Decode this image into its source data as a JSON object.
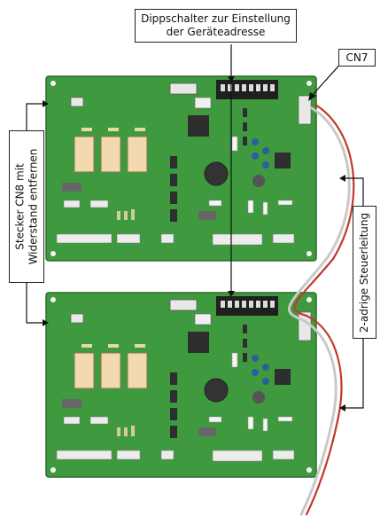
{
  "labels": {
    "dip_switch": [
      "Dippschalter zur Einstellung",
      "der Geräteadresse"
    ],
    "cn7": "CN7",
    "cn8": [
      "Stecker CN8 mit",
      "Widerstand entfernen"
    ],
    "control_line": "2-adrige Steuerleitung"
  },
  "colors": {
    "board_green": "#3f9a3f",
    "board_dark": "#2f7d33",
    "relay": "#f3d9b0",
    "chip": "#2e2e2e",
    "cap_blue": "#2a5e9c",
    "wire_red": "#c0392b",
    "wire_grey": "#c8c8c8"
  }
}
